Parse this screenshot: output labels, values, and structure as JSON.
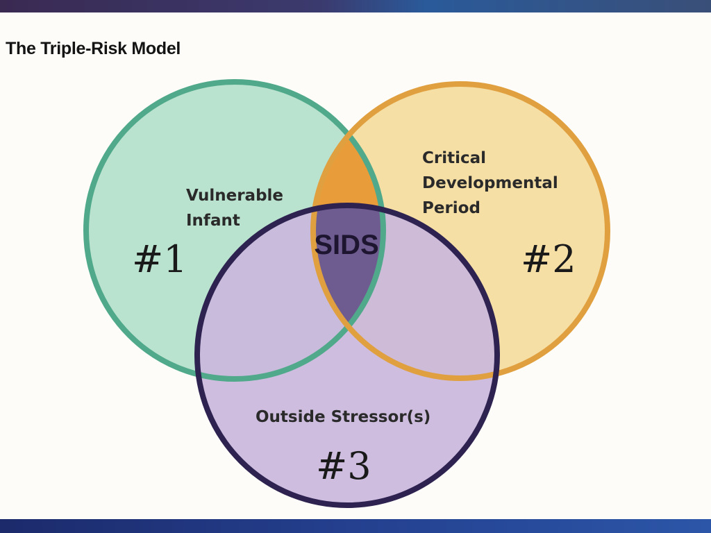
{
  "slide": {
    "title": "The Triple-Risk Model"
  },
  "diagram": {
    "type": "venn-3",
    "center_label": "SIDS",
    "sets": [
      {
        "id": "vulnerable-infant",
        "number": "#1",
        "label_lines": [
          "Vulnerable",
          "Infant"
        ],
        "fill": "#b9e2cf",
        "stroke": "#4fa98a"
      },
      {
        "id": "critical-developmental-period",
        "number": "#2",
        "label_lines": [
          "Critical",
          "Developmental",
          "Period"
        ],
        "fill": "#f5dfa5",
        "stroke": "#e0a040"
      },
      {
        "id": "outside-stressors",
        "number": "#3",
        "label_lines": [
          "Outside Stressor(s)"
        ],
        "fill": "#cab7dc",
        "stroke": "#2d2250"
      }
    ],
    "overlap_colors": {
      "set1_set2": "#e89c3a",
      "set1_set2_set3": "#6e5c90"
    }
  }
}
